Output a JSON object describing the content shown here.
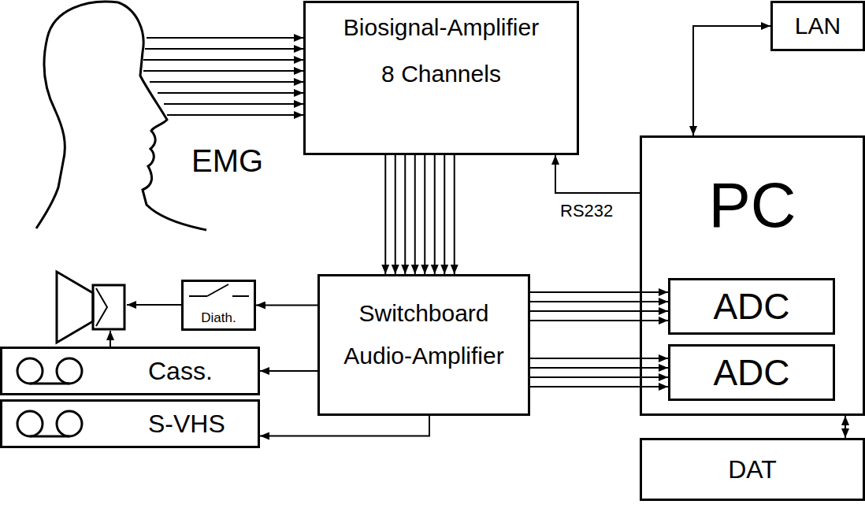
{
  "diagram": {
    "nodes": [
      {
        "text": [
          "Biosignal-Amplifier",
          "8 Channels"
        ]
      },
      {
        "text": [
          "LAN"
        ]
      },
      {
        "text": [
          "PC"
        ]
      },
      {
        "text": [
          "ADC"
        ],
        "in": 2
      },
      {
        "text": [
          "ADC"
        ],
        "in": 2
      },
      {
        "text": [
          "Switchboard Audio-Amplifier"
        ]
      },
      {
        "text": [
          "Diath."
        ]
      },
      {
        "text": [
          "Cass."
        ]
      },
      {
        "text": [
          "S-VHS"
        ]
      },
      {
        "text": [
          "DAT"
        ]
      }
    ],
    "edges": [
      {
        "from": 2,
        "to": 1,
        "arrow": "both"
      },
      {
        "from": 2,
        "to": 0,
        "label": "RS232",
        "arrow": "to"
      },
      {
        "from": 0,
        "to": 5,
        "arrow": "to"
      },
      {
        "from": 0,
        "to": 5,
        "arrow": "to"
      },
      {
        "from": 0,
        "to": 5,
        "arrow": "to"
      },
      {
        "from": 0,
        "to": 5,
        "arrow": "to"
      },
      {
        "from": 0,
        "to": 5,
        "arrow": "to"
      },
      {
        "from": 0,
        "to": 5,
        "arrow": "to"
      },
      {
        "from": 0,
        "to": 5,
        "arrow": "to"
      },
      {
        "from": 0,
        "to": 5,
        "arrow": "to"
      },
      {
        "from": 5,
        "to": 6,
        "arrow": "to"
      },
      {
        "from": 5,
        "to": 3,
        "arrow": "to"
      },
      {
        "from": 5,
        "to": 3,
        "arrow": "to"
      },
      {
        "from": 5,
        "to": 3,
        "arrow": "to"
      },
      {
        "from": 5,
        "to": 3,
        "arrow": "to"
      },
      {
        "from": 5,
        "to": 4,
        "arrow": "to"
      },
      {
        "from": 5,
        "to": 4,
        "arrow": "to"
      },
      {
        "from": 5,
        "to": 4,
        "arrow": "to"
      },
      {
        "from": 5,
        "to": 4,
        "arrow": "to"
      },
      {
        "from": 5,
        "to": 7,
        "arrow": "to"
      },
      {
        "from": 5,
        "to": 8,
        "arrow": "to"
      },
      {
        "from": 2,
        "to": 9,
        "arrow": "both"
      }
    ],
    "labels": [
      "EMG"
    ]
  }
}
